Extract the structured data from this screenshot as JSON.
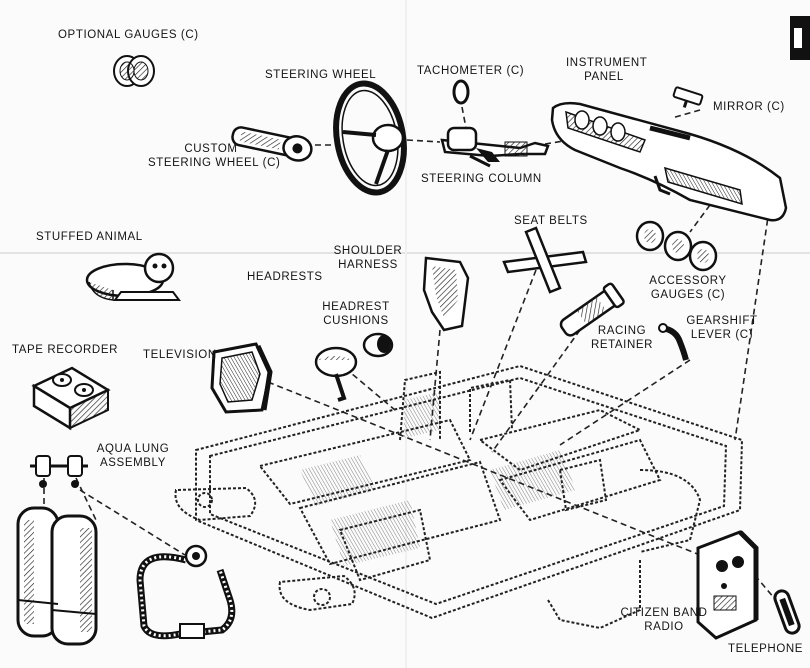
{
  "labels": {
    "optional_gauges": "OPTIONAL GAUGES (C)",
    "steering_wheel": "STEERING WHEEL",
    "tachometer": "TACHOMETER (C)",
    "instrument_panel_1": "INSTRUMENT",
    "instrument_panel_2": "PANEL",
    "mirror": "MIRROR (C)",
    "custom_wheel_1": "CUSTOM",
    "custom_wheel_2": "STEERING WHEEL (C)",
    "steering_column": "STEERING COLUMN",
    "seat_belts": "SEAT BELTS",
    "stuffed_animal": "STUFFED ANIMAL",
    "shoulder_harness_1": "SHOULDER",
    "shoulder_harness_2": "HARNESS",
    "headrests": "HEADRESTS",
    "accessory_gauges_1": "ACCESSORY",
    "accessory_gauges_2": "GAUGES (C)",
    "headrest_cushions_1": "HEADREST",
    "headrest_cushions_2": "CUSHIONS",
    "gearshift_lever_1": "GEARSHIFT",
    "gearshift_lever_2": "LEVER (C)",
    "racing_retainer_1": "RACING",
    "racing_retainer_2": "RETAINER",
    "tape_recorder": "TAPE RECORDER",
    "television": "TELEVISION",
    "aqua_lung_1": "AQUA LUNG",
    "aqua_lung_2": "ASSEMBLY",
    "cb_radio_1": "CITIZEN BAND",
    "cb_radio_2": "RADIO",
    "telephone": "TELEPHONE"
  },
  "colors": {
    "ink": "#1a1a1a",
    "paper": "#fbfbfb",
    "dash": "#222222"
  }
}
